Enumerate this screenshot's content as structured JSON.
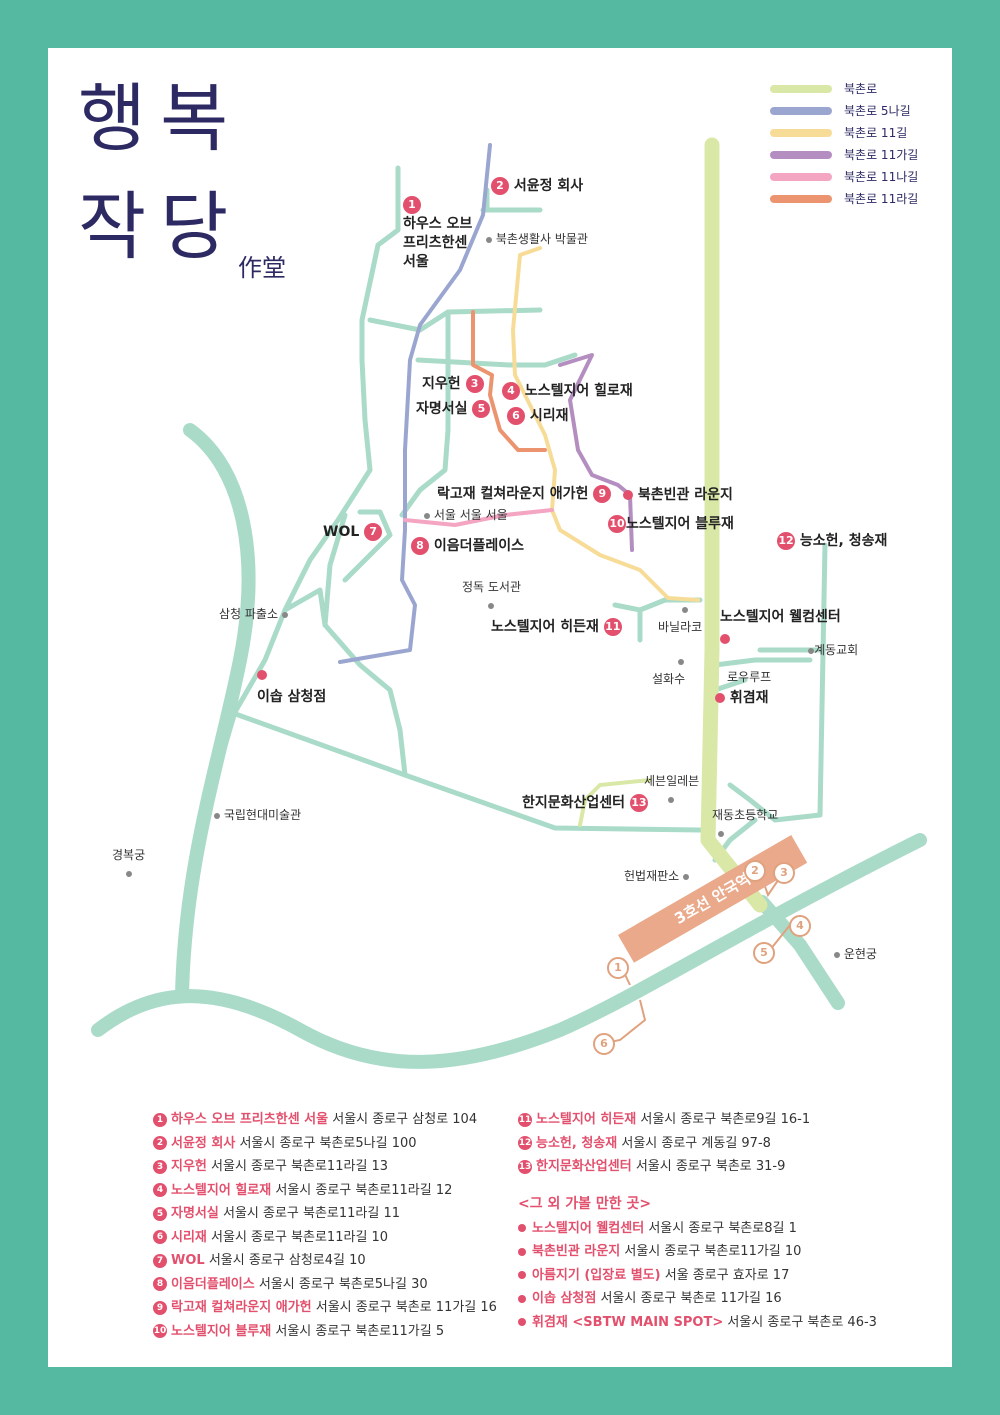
{
  "title": {
    "line1": "행복",
    "line2": "작당",
    "hanja": "作堂"
  },
  "colors": {
    "background": "#55b8a0",
    "road": "#a9dbc8",
    "main_road": "#d9e8a6",
    "accent": "#e2506d",
    "station": "#e9a98a",
    "title": "#2d2a63"
  },
  "legend": [
    {
      "label": "북촌로",
      "color": "#d9e8a6"
    },
    {
      "label": "북촌로 5나길",
      "color": "#9aa6d0"
    },
    {
      "label": "북촌로 11길",
      "color": "#f7dc98"
    },
    {
      "label": "북촌로 11가길",
      "color": "#b48ec0"
    },
    {
      "label": "북촌로 11나길",
      "color": "#f3a5c2"
    },
    {
      "label": "북촌로 11라길",
      "color": "#ec9470"
    }
  ],
  "places": [
    {
      "num": "1",
      "name": "하우스 오브\n프리츠한센\n서울"
    },
    {
      "num": "2",
      "name": "서윤정 회사"
    },
    {
      "num": "3",
      "name": "지우헌"
    },
    {
      "num": "4",
      "name": "노스텔지어 힐로재"
    },
    {
      "num": "5",
      "name": "자명서실"
    },
    {
      "num": "6",
      "name": "시리재"
    },
    {
      "num": "7",
      "name": "WOL"
    },
    {
      "num": "8",
      "name": "이음더플레이스"
    },
    {
      "num": "9",
      "name": "락고재 컬쳐라운지 애가헌"
    },
    {
      "num": "10",
      "name": "노스텔지어 블루재"
    },
    {
      "num": "11",
      "name": "노스텔지어 히든재"
    },
    {
      "num": "12",
      "name": "능소헌, 청송재"
    },
    {
      "num": "13",
      "name": "한지문화산업센터"
    }
  ],
  "extra_places": [
    {
      "name": "북촌빈관 라운지"
    },
    {
      "name": "노스텔지어 웰컴센터"
    },
    {
      "name": "이솝 삼청점"
    },
    {
      "name": "휘겸재"
    }
  ],
  "landmarks": [
    "북촌생활사 박물관",
    "서울 서울 서울",
    "정독 도서관",
    "삼청 파출소",
    "바닐라코",
    "계동교회",
    "설화수",
    "로우루프",
    "국립현대미술관",
    "세븐일레븐",
    "재동초등학교",
    "경복궁",
    "헌법재판소",
    "운현궁"
  ],
  "station": {
    "label": "3호선 안국역",
    "exits": [
      "1",
      "2",
      "3",
      "4",
      "5",
      "6"
    ]
  },
  "directory": [
    {
      "num": "1",
      "name": "하우스 오브 프리츠한센 서울",
      "address": "서울시 종로구 삼청로 104"
    },
    {
      "num": "2",
      "name": "서윤정 회사",
      "address": "서울시 종로구 북촌로5나길 100"
    },
    {
      "num": "3",
      "name": "지우헌",
      "address": "서울시 종로구 북촌로11라길 13"
    },
    {
      "num": "4",
      "name": "노스텔지어 힐로재",
      "address": "서울시 종로구 북촌로11라길 12"
    },
    {
      "num": "5",
      "name": "자명서실",
      "address": "서울시 종로구 북촌로11라길 11"
    },
    {
      "num": "6",
      "name": "시리재",
      "address": "서울시 종로구 북촌로11라길 10"
    },
    {
      "num": "7",
      "name": "WOL",
      "address": "서울시 종로구 삼청로4길 10"
    },
    {
      "num": "8",
      "name": "이음더플레이스",
      "address": "서울시 종로구 북촌로5나길 30"
    },
    {
      "num": "9",
      "name": "락고재 컬쳐라운지 애가헌",
      "address": "서울시 종로구 북촌로 11가길 16"
    },
    {
      "num": "10",
      "name": "노스텔지어 블루재",
      "address": "서울시 종로구 북촌로11가길 5"
    },
    {
      "num": "11",
      "name": "노스텔지어 히든재",
      "address": "서울시 종로구 북촌로9길 16-1"
    },
    {
      "num": "12",
      "name": "능소헌, 청송재",
      "address": "서울시 종로구 계동길 97-8"
    },
    {
      "num": "13",
      "name": "한지문화산업센터",
      "address": "서울시 종로구 북촌로 31-9"
    }
  ],
  "other_places_heading": "<그 외 가볼 만한 곳>",
  "other_places": [
    {
      "name": "노스텔지어 웰컴센터",
      "address": "서울시 종로구 북촌로8길 1"
    },
    {
      "name": "북촌빈관 라운지",
      "address": "서울시 종로구 북촌로11가길 10"
    },
    {
      "name": "아름지기 (입장료 별도)",
      "address": "서울 종로구 효자로 17"
    },
    {
      "name": "이솝 삼청점",
      "address": "서울시 종로구 북촌로 11가길 16"
    },
    {
      "name": "휘겸재 <SBTW MAIN SPOT>",
      "address": "서울시 종로구 북촌로 46-3"
    }
  ]
}
